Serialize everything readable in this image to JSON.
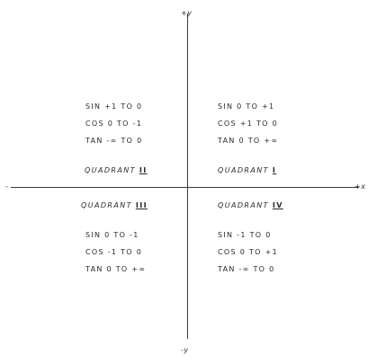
{
  "axes": {
    "top_label": "+y",
    "right_label": "+x",
    "bottom_label": "-y",
    "left_label": "-"
  },
  "quadrants": {
    "q1": {
      "name_prefix": "QUADRANT",
      "name_num": "I",
      "sin": "SIN  0  TO  +1",
      "cos": "COS  +1  TO  0",
      "tan": "TAN  0  TO  +∞"
    },
    "q2": {
      "name_prefix": "QUADRANT",
      "name_num": "II",
      "sin": "SIN  +1  TO  0",
      "cos": "COS  0  TO  -1",
      "tan": "TAN  -∞  TO  0"
    },
    "q3": {
      "name_prefix": "QUADRANT",
      "name_num": "III",
      "sin": "SIN  0  TO  -1",
      "cos": "COS  -1  TO  0",
      "tan": "TAN  0  TO  +∞"
    },
    "q4": {
      "name_prefix": "QUADRANT",
      "name_num": "IV",
      "sin": "SIN  -1  TO  0",
      "cos": "COS  0  TO  +1",
      "tan": "TAN  -∞  TO  0"
    }
  }
}
